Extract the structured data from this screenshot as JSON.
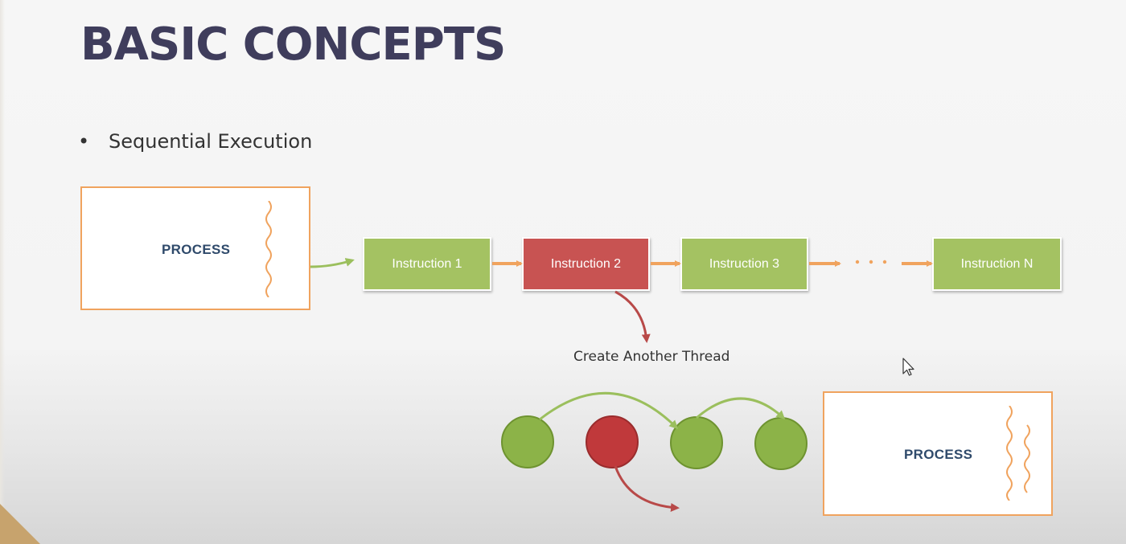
{
  "slide": {
    "title": "BASIC CONCEPTS",
    "bullet": "Sequential Execution"
  },
  "sequential_diagram": {
    "process_label": "PROCESS",
    "instructions": [
      "Instruction 1",
      "Instruction 2",
      "Instruction 3",
      "Instruction N"
    ],
    "ellipsis": "· · ·",
    "highlighted_instruction": "Instruction 2",
    "caption": "Create Another Thread"
  },
  "thread_diagram": {
    "process_label": "PROCESS",
    "nodes": [
      "green",
      "red",
      "green",
      "green"
    ]
  },
  "colors": {
    "title": "#3f3d5c",
    "process_border": "#f0a35e",
    "instruction_green": "#a4c262",
    "instruction_red": "#c85352",
    "arrow_orange": "#f0a35e",
    "arrow_green": "#9bbf5d",
    "node_green": "#8cb348",
    "node_red": "#c0393b",
    "corner_accent": "#c7a36d"
  }
}
